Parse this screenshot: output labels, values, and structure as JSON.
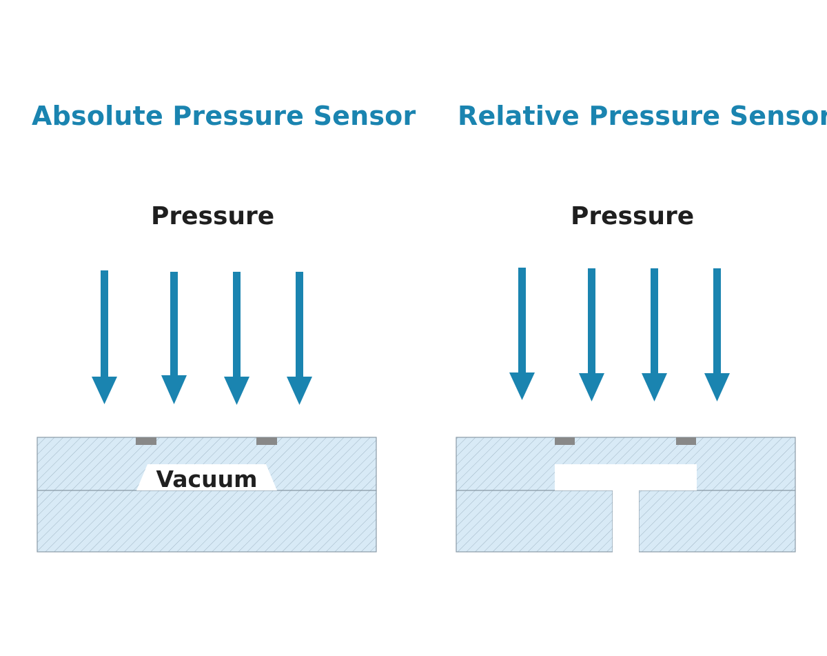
{
  "colors": {
    "accent": "#1a84b0",
    "fill": "#d8eaf6",
    "hatch": "#9fb5c4",
    "border": "#8a9aa6",
    "sensor": "#888888",
    "text": "#1f1f1f"
  },
  "absolute": {
    "title": "Absolute Pressure Sensor",
    "pressure_label": "Pressure",
    "cavity_label": "Vacuum"
  },
  "relative": {
    "title": "Relative Pressure Sensor",
    "pressure_label": "Pressure"
  }
}
